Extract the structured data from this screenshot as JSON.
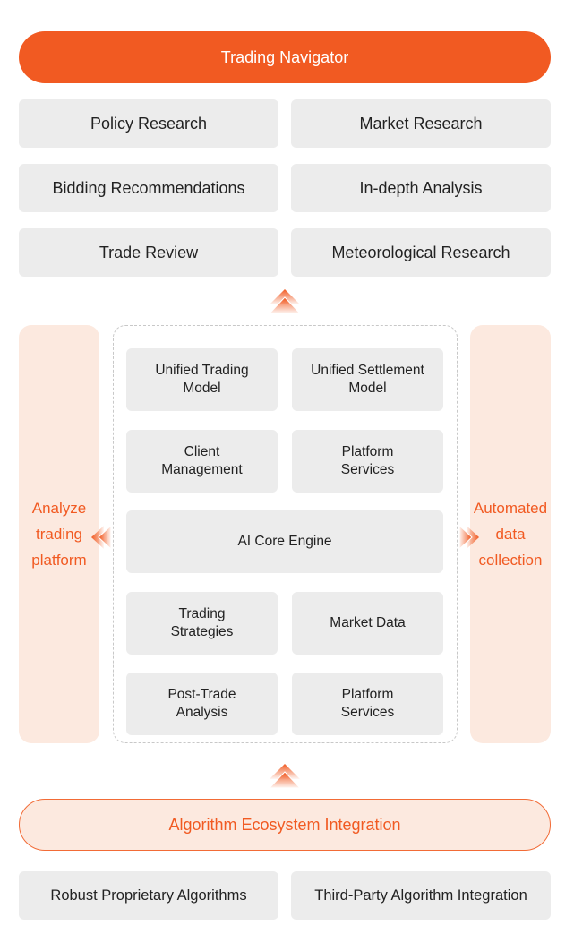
{
  "colors": {
    "accent": "#f15a22",
    "accent_light": "#fce9df",
    "box_gray": "#ececec",
    "dashed_border": "#c8c8c8",
    "text_dark": "#222222"
  },
  "header": {
    "title": "Trading Navigator"
  },
  "navigator_items": [
    "Policy Research",
    "Market Research",
    "Bidding Recommendations",
    "In-depth Analysis",
    "Trade Review",
    "Meteorological Research"
  ],
  "arrows": {
    "up_icon": "double-chevron-up-icon",
    "left_icon": "double-chevron-left-icon",
    "right_icon": "double-chevron-right-icon"
  },
  "side_panels": {
    "left": {
      "line1": "Analyze",
      "line2": "trading",
      "line3": "platform"
    },
    "right": {
      "line1": "Automated",
      "line2": "data",
      "line3": "collection"
    }
  },
  "core": {
    "unified_trading": {
      "line1": "Unified Trading",
      "line2": "Model"
    },
    "unified_settlement": {
      "line1": "Unified Settlement",
      "line2": "Model"
    },
    "client_management": {
      "line1": "Client",
      "line2": "Management"
    },
    "platform_services_1": {
      "line1": "Platform",
      "line2": "Services"
    },
    "ai_engine": "AI Core Engine",
    "trading_strategies": {
      "line1": "Trading",
      "line2": "Strategies"
    },
    "market_data": "Market Data",
    "post_trade": {
      "line1": "Post-Trade",
      "line2": "Analysis"
    },
    "platform_services_2": {
      "line1": "Platform",
      "line2": "Services"
    }
  },
  "ecosystem": {
    "title": "Algorithm Ecosystem Integration",
    "items": [
      "Robust Proprietary Algorithms",
      "Third-Party Algorithm Integration"
    ]
  }
}
